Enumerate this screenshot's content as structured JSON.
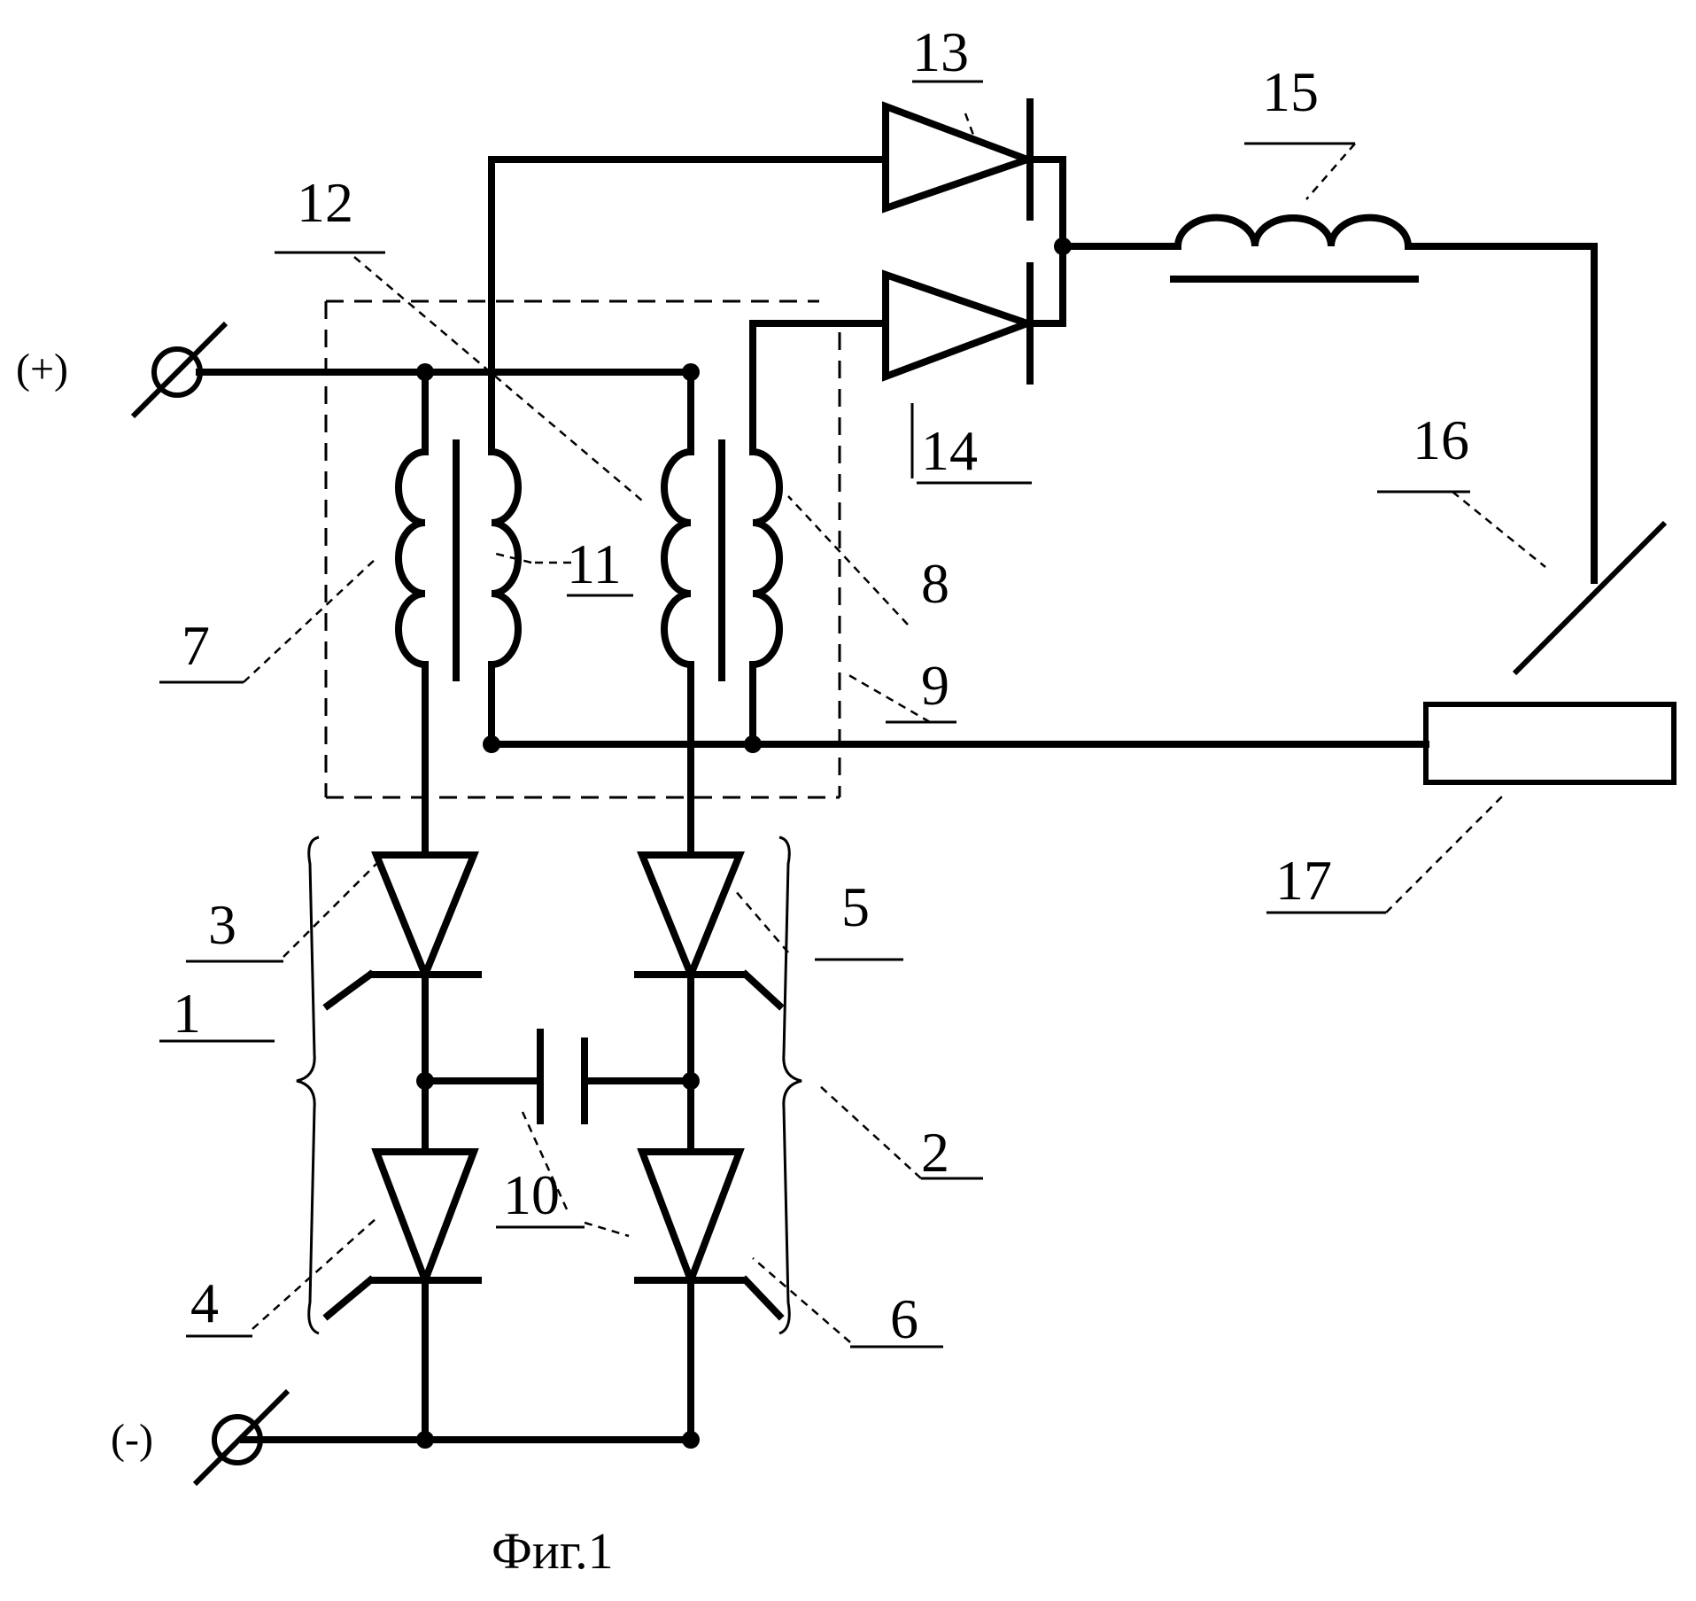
{
  "labels": {
    "n1": "1",
    "n2": "2",
    "n3": "3",
    "n4": "4",
    "n5": "5",
    "n6": "6",
    "n7": "7",
    "n8": "8",
    "n9": "9",
    "n10": "10",
    "n11": "11",
    "n12": "12",
    "n13": "13",
    "n14": "14",
    "n15": "15",
    "n16": "16",
    "n17": "17"
  },
  "terminals": {
    "plus": "(+)",
    "minus": "(-)"
  },
  "caption": "Фиг.1"
}
